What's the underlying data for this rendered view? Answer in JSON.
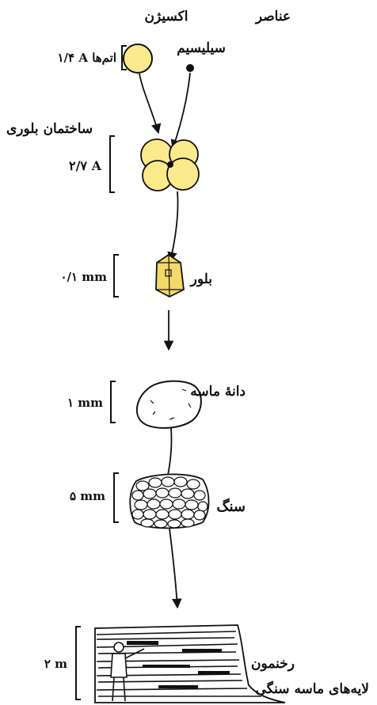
{
  "labels": {
    "elements": "عناصر",
    "oxygen": "اکسیژن",
    "silicon": "سیلیسیم",
    "crystal_structure": "ساختمان بلوری",
    "crystal": "بلور",
    "sand_grain": "دانهٔ ماسه",
    "rock": "سنگ",
    "outcrop": "رخنمون",
    "sandstone_layers": "لایه‌های ماسه سنگی"
  },
  "scales": {
    "atoms": "۱/۴ A اتم‌ها",
    "structure": "۲/۷ A",
    "crystal": "۰/۱ mm",
    "grain": "۱ mm",
    "rock": "۵ mm",
    "outcrop": "۲ m"
  },
  "colors": {
    "atom_fill": "#FBEA8C",
    "crystal_fill": "#F3D86A",
    "ink": "#111111"
  }
}
